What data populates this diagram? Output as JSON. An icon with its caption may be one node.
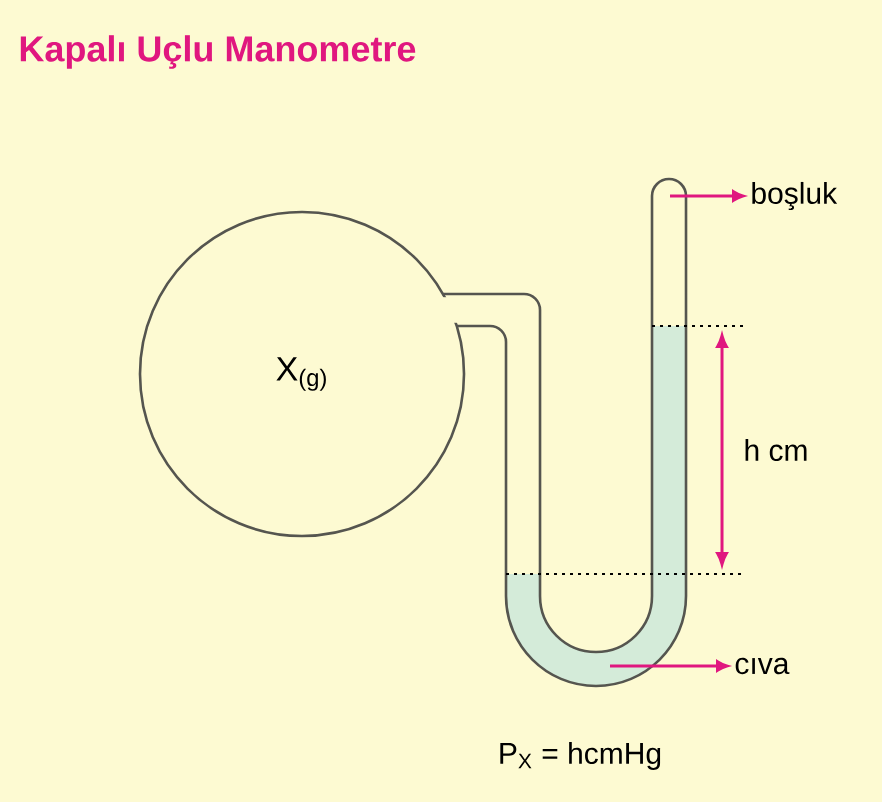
{
  "diagram": {
    "title": "Kapalı Uçlu Manometre",
    "nodes": [
      {
        "text": [
          "X$_{(g)}$"
        ]
      },
      {
        "text": [
          "boşluk"
        ]
      },
      {
        "text": [
          "cıva"
        ]
      }
    ],
    "edges": [
      {
        "from": null,
        "to": 1,
        "arrow": "to"
      },
      {
        "from": null,
        "to": 2,
        "arrow": "to"
      }
    ],
    "labels": [
      "h cm",
      "P$_{X}$ = hcmHg"
    ]
  }
}
